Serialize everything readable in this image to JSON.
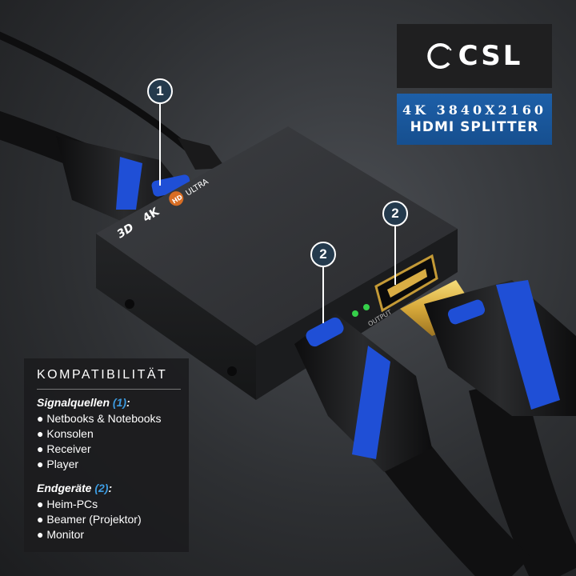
{
  "logo": {
    "text": "CSL"
  },
  "title": {
    "line1": "4K 3840X2160",
    "line2": "HDMI SPLITTER"
  },
  "device": {
    "label_ultra": "ULTRA",
    "label_hd": "HD",
    "label_4k": "4K",
    "label_3d": "3D",
    "port_label": "OUTPUT"
  },
  "callouts": {
    "input": "1",
    "output_a": "2",
    "output_b": "2"
  },
  "compat": {
    "title": "KOMPATIBILITÄT",
    "sources_label": "Signalquellen ",
    "sources_num": "(1)",
    "sources_colon": ":",
    "sources": [
      "Netbooks & Notebooks",
      "Konsolen",
      "Receiver",
      "Player"
    ],
    "devices_label": "Endgeräte ",
    "devices_num": "(2)",
    "devices_colon": ":",
    "devices": [
      "Heim-PCs",
      "Beamer (Projektor)",
      "Monitor"
    ],
    "bullet": "●"
  },
  "colors": {
    "accent_blue": "#1d5fa8",
    "cable_blue": "#1f4fd6",
    "badge_bg": "#243a4d"
  }
}
